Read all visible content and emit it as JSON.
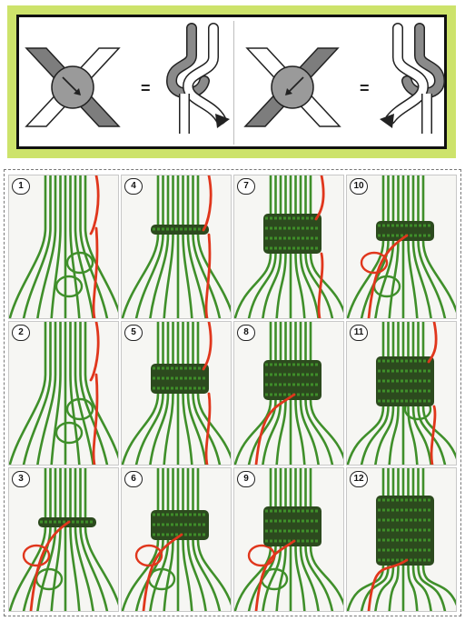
{
  "legend": {
    "equals_left": "=",
    "equals_right": "=",
    "colors": {
      "arm_dark": "#7d7d7d",
      "arm_light": "#ffffff",
      "circle": "#9a9a9a",
      "outline": "#222222",
      "cord_dark": "#8a8a8a",
      "cord_light": "#ffffff"
    },
    "icons": [
      "crossed-strips-icon",
      "arrow-down-right-icon",
      "arrow-down-left-icon",
      "knot-diagram-icon"
    ]
  },
  "steps": [
    {
      "number": "1",
      "knot_rows": 0,
      "red_side": "right",
      "loops": 2
    },
    {
      "number": "2",
      "knot_rows": 0,
      "red_side": "right",
      "loops": 2
    },
    {
      "number": "3",
      "knot_rows": 1,
      "red_side": "left",
      "loops": 2
    },
    {
      "number": "4",
      "knot_rows": 1,
      "red_side": "right",
      "loops": 0
    },
    {
      "number": "5",
      "knot_rows": 3,
      "red_side": "right",
      "loops": 0
    },
    {
      "number": "6",
      "knot_rows": 3,
      "red_side": "left",
      "loops": 2
    },
    {
      "number": "7",
      "knot_rows": 4,
      "red_side": "right",
      "loops": 0
    },
    {
      "number": "8",
      "knot_rows": 4,
      "red_side": "left",
      "loops": 0
    },
    {
      "number": "9",
      "knot_rows": 4,
      "red_side": "left",
      "loops": 2
    },
    {
      "number": "10",
      "knot_rows": 2,
      "red_side": "left",
      "loops": 2
    },
    {
      "number": "11",
      "knot_rows": 5,
      "red_side": "right",
      "loops": 1
    },
    {
      "number": "12",
      "knot_rows": 7,
      "red_side": "left",
      "loops": 0
    }
  ],
  "colors": {
    "green_cord": "#3f8f2a",
    "green_dark": "#2a5e1c",
    "red_cord": "#e0361c",
    "knot_band": "#2c4a1e",
    "background": "#f6f6f3"
  }
}
